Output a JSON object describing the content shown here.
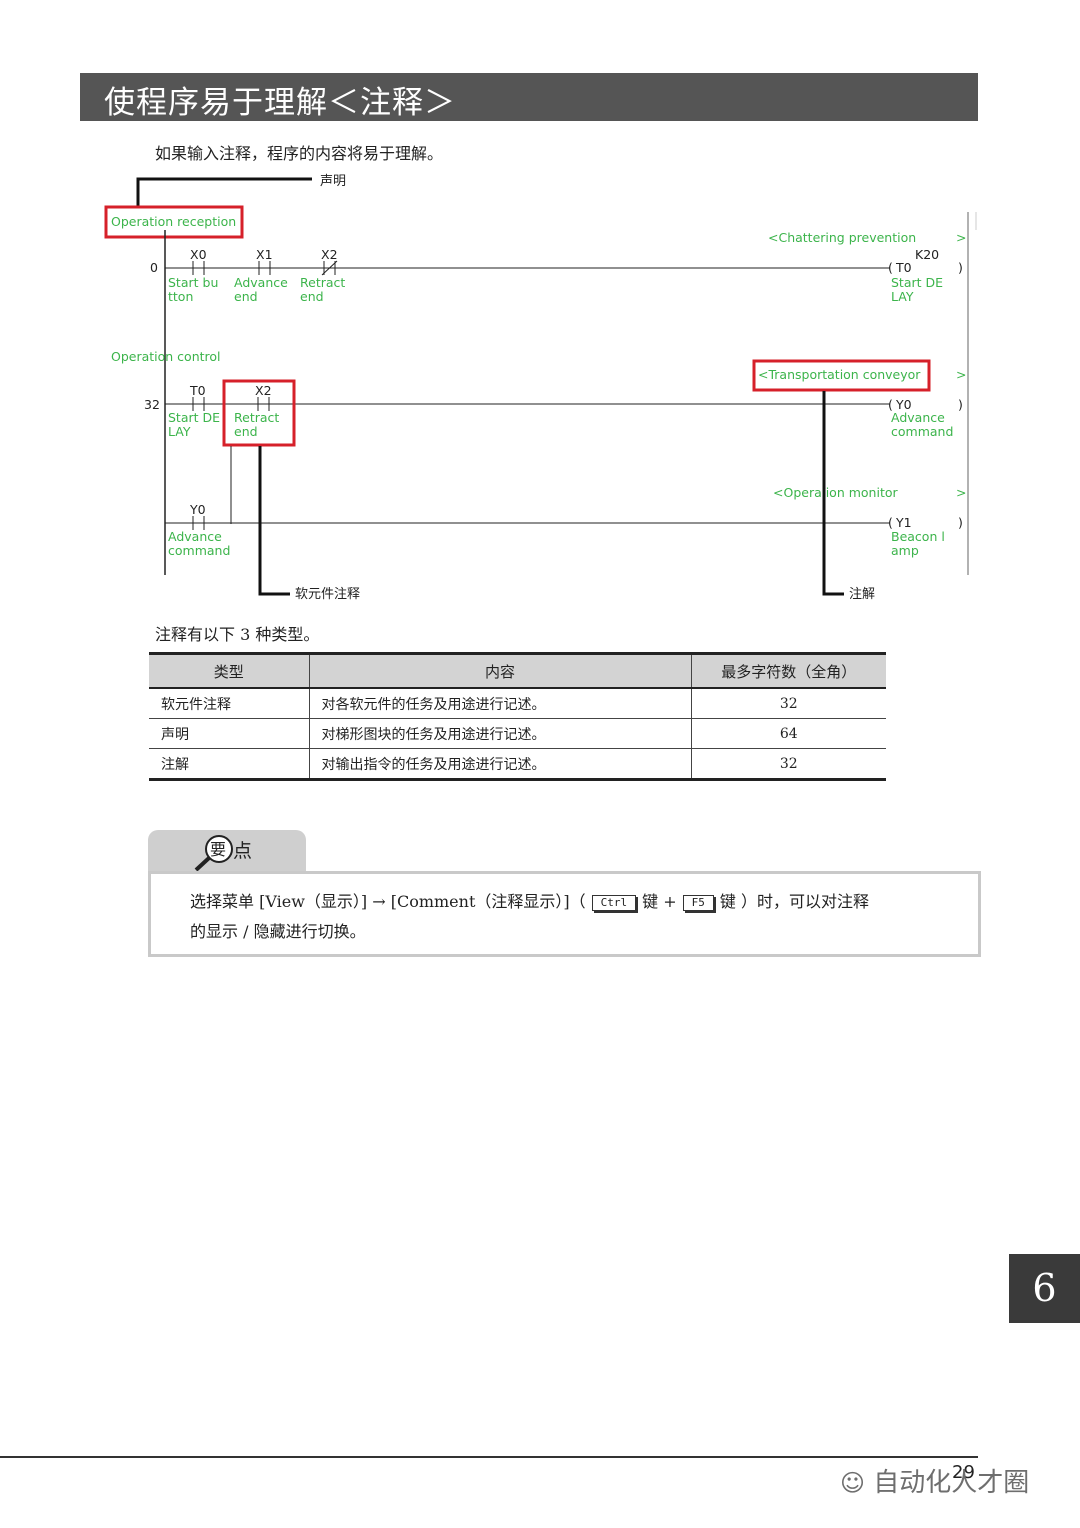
{
  "page": {
    "title": "使程序易于理解＜注释＞",
    "intro": "如果输入注释，程序的内容将易于理解。",
    "types_intro": "注释有以下 3 种类型。",
    "chapter": "6",
    "page_number": "29",
    "watermark": "自动化人才圈"
  },
  "ladder": {
    "callout_statement": "声明",
    "callout_device_comment": "软元件注释",
    "callout_note": "注解",
    "statement1": "Operation reception",
    "statement2": "Operation control",
    "note1": "<Chattering prevention",
    "note2": "<Transportation conveyor",
    "note3": "<Opera  ion monitor",
    "step0": "0",
    "step32": "32",
    "x0": "X0",
    "x0_c1": "Start bu",
    "x0_c2": "tton",
    "x1": "X1",
    "x1_c1": "Advance",
    "x1_c2": "end",
    "x2a": "X2",
    "x2a_c1": "Retract",
    "x2a_c2": "end",
    "t0": "T0",
    "t0_c1": "Start DE",
    "t0_c2": "LAY",
    "x2b": "X2",
    "x2b_c1": "Retract",
    "x2b_c2": "end",
    "y0": "Y0",
    "y0_c1": "Advance",
    "y0_c2": "command",
    "k20": "K20",
    "out_t0": "T0",
    "out_t0_c1": "Start DE",
    "out_t0_c2": "LAY",
    "out_y0": "Y0",
    "out_y0_c1": "Advance",
    "out_y0_c2": "command",
    "out_y1": "Y1",
    "out_y1_c1": "Beacon l",
    "out_y1_c2": "amp"
  },
  "table": {
    "headers": [
      "类型",
      "内容",
      "最多字符数（全角）"
    ],
    "rows": [
      {
        "type": "软元件注释",
        "content": "对各软元件的任务及用途进行记述。",
        "max": "32"
      },
      {
        "type": "声明",
        "content": "对梯形图块的任务及用途进行记述。",
        "max": "64"
      },
      {
        "type": "注解",
        "content": "对输出指令的任务及用途进行记述。",
        "max": "32"
      }
    ]
  },
  "tip": {
    "label": "点",
    "icon_char": "要",
    "line1_a": "选择菜单 [View（显示）] → [Comment（注释显示）]（",
    "key_ctrl": "Ctrl",
    "line1_b": "键 +",
    "key_f5": "F5",
    "line1_c": "键 ）时，可以对注释",
    "line2": "的显示 / 隐藏进行切换。"
  },
  "colors": {
    "title_bg": "#555555",
    "comment_green": "#3cb44b",
    "highlight_red": "#d6202a",
    "chapter_bg": "#3a3a3a"
  }
}
